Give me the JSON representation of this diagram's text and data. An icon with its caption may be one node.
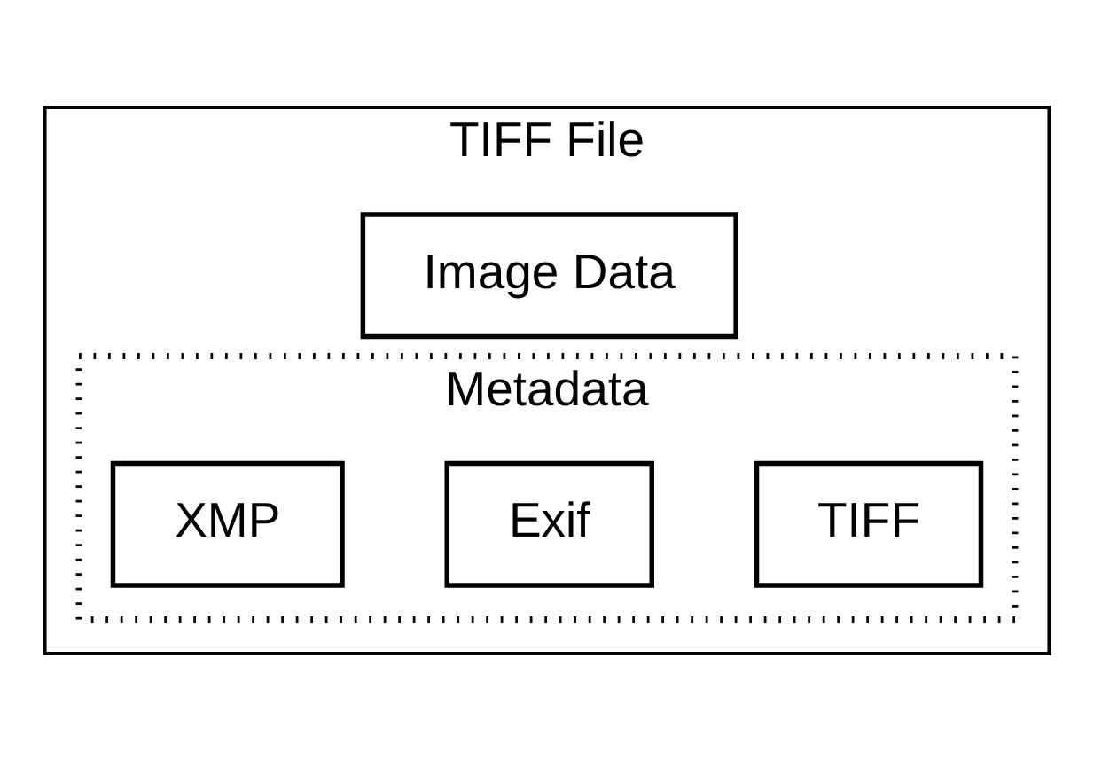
{
  "diagram": {
    "nodes": [
      {
        "text": [
          "TIFF File"
        ]
      },
      {
        "text": [
          "Image Data"
        ],
        "in": 0
      },
      {
        "text": [
          "Metadata"
        ],
        "in": 0
      },
      {
        "text": [
          "TIFF"
        ],
        "in": 2
      },
      {
        "text": [
          "Exif"
        ],
        "in": 2
      },
      {
        "text": [
          "XMP"
        ],
        "in": 2
      }
    ]
  }
}
